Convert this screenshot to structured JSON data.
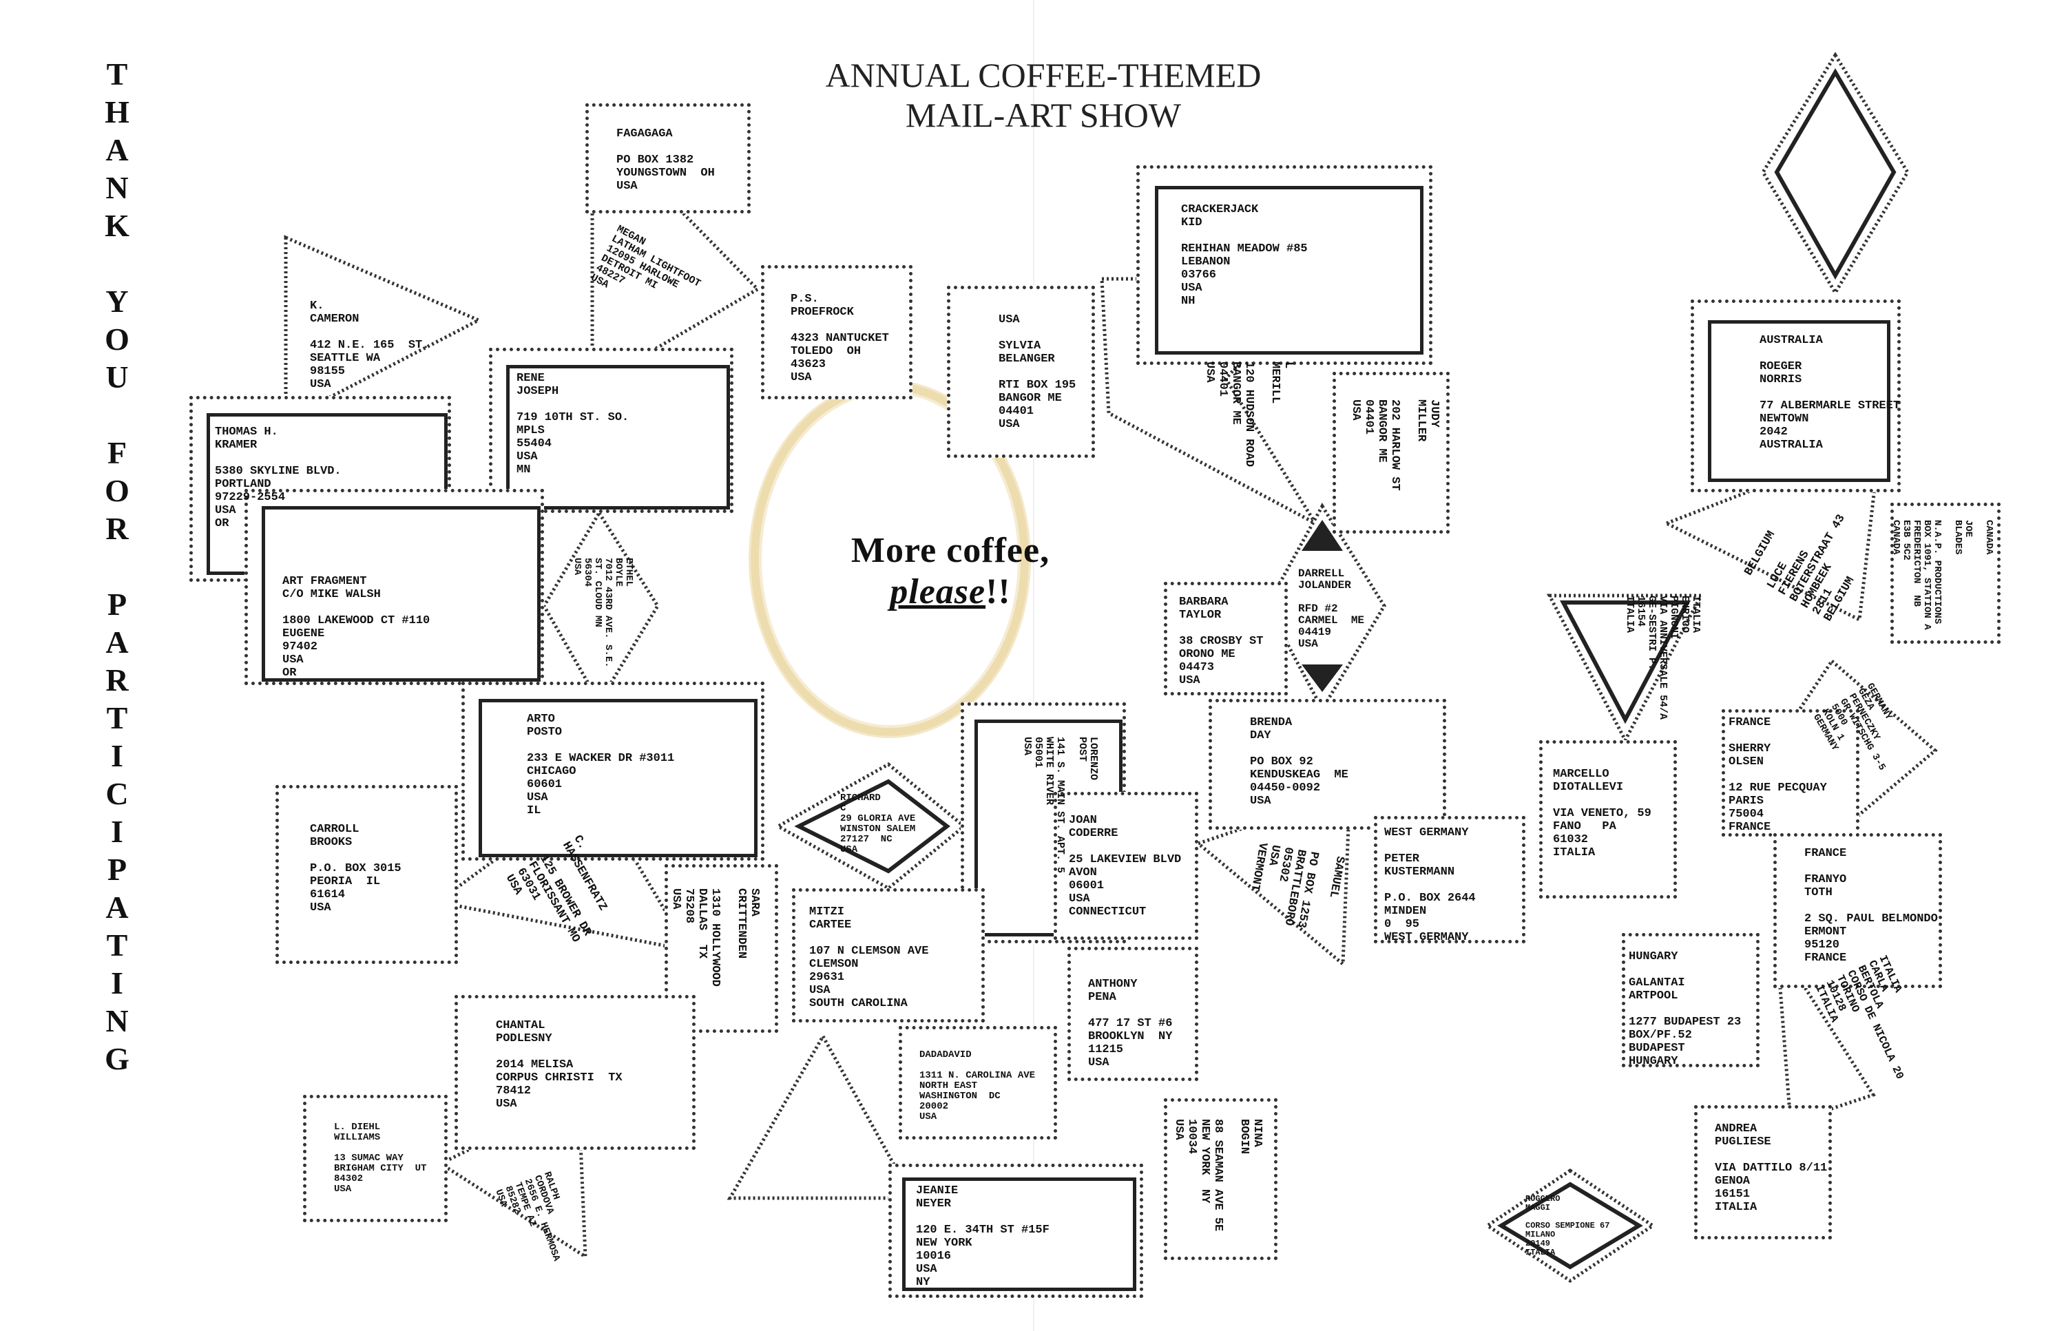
{
  "header": {
    "title_line1": "ANNUAL COFFEE-THEMED",
    "title_line2": "MAIL-ART SHOW"
  },
  "side_text": [
    "T",
    "H",
    "A",
    "N",
    "K",
    "",
    "Y",
    "O",
    "U",
    "",
    "F",
    "O",
    "R",
    "",
    "P",
    "A",
    "R",
    "T",
    "I",
    "C",
    "I",
    "P",
    "A",
    "T",
    "I",
    "N",
    "G"
  ],
  "slogan": {
    "line1": "More coffee,",
    "line2_emph": "please",
    "line2_tail": "!!"
  },
  "stamps": [
    {
      "id": "fagagaga",
      "lines": [
        "FAGAGAGA",
        "",
        "PO BOX 1382",
        "YOUNGSTOWN  OH",
        "USA"
      ]
    },
    {
      "id": "cameron",
      "lines": [
        "K.",
        "CAMERON",
        "",
        "412 N.E. 165  ST.",
        "SEATTLE WA",
        "98155",
        "USA"
      ]
    },
    {
      "id": "lightfoot",
      "lines": [
        "MEGAN",
        "LATHAM LIGHTFOOT",
        "12095 HARLOWE",
        "DETROIT MI",
        "48227",
        "USA"
      ]
    },
    {
      "id": "proefrock",
      "lines": [
        "P.S.",
        "PROEFROCK",
        "",
        "4323 NANTUCKET",
        "TOLEDO  OH",
        "43623",
        "USA"
      ]
    },
    {
      "id": "belanger",
      "lines": [
        "USA",
        "",
        "SYLVIA",
        "BELANGER",
        "",
        "RTI BOX 195",
        "BANGOR ME",
        "04401",
        "USA"
      ]
    },
    {
      "id": "crackerjack",
      "lines": [
        "CRACKERJACK",
        "KID",
        "",
        "REHIHAN MEADOW #85",
        "LEBANON",
        "03766",
        "USA"
      ],
      "state": "NH"
    },
    {
      "id": "australia",
      "lines": [
        "AUSTRALIA",
        "",
        "ROEGER",
        "NORRIS",
        "",
        "77 ALBERMARLE STREET",
        "NEWTOWN",
        "2042",
        "AUSTRALIA"
      ]
    },
    {
      "id": "joseph",
      "lines": [
        "RENE",
        "JOSEPH",
        "",
        "719 10TH ST. SO.",
        "MPLS",
        "55404",
        "USA"
      ],
      "state": "MN"
    },
    {
      "id": "kramer",
      "lines": [
        "THOMAS H.",
        "KRAMER",
        "",
        "5380 SKYLINE BLVD.",
        "PORTLAND",
        "97229-2554",
        "USA"
      ],
      "state": "OR"
    },
    {
      "id": "merill",
      "lines": [
        "L",
        "MERILL",
        "",
        "120 HUDSON ROAD",
        "BANGOR ME",
        "04401",
        "USA"
      ]
    },
    {
      "id": "miller",
      "lines": [
        "JUDY",
        "MILLER",
        "",
        "202 HARLOW ST",
        "BANGOR ME",
        "04401",
        "USA"
      ]
    },
    {
      "id": "walsh",
      "lines": [
        "ART FRAGMENT",
        "C/O MIKE WALSH",
        "",
        "1800 LAKEWOOD CT #110",
        "EUGENE",
        "97402",
        "USA"
      ],
      "state": "OR"
    },
    {
      "id": "boyle",
      "lines": [
        "ETHEL",
        "BOYLE",
        "7012 43RD AVE. S.E.",
        "ST. CLOUD MN",
        "56304",
        "USA"
      ]
    },
    {
      "id": "taylor",
      "lines": [
        "BARBARA",
        "TAYLOR",
        "",
        "38 CROSBY ST",
        "ORONO ME",
        "04473",
        "USA"
      ]
    },
    {
      "id": "jolander",
      "lines": [
        "DARRELL",
        "JOLANDER",
        "",
        "RFD #2",
        "CARMEL  ME",
        "04419",
        "USA"
      ]
    },
    {
      "id": "pignoni",
      "lines": [
        "ITALIA",
        "ENRICO",
        "PIGNONI",
        "VIA ANNIVERSALE 54/A",
        "GE-SESTRI P.",
        "16154",
        "ITALIA"
      ]
    },
    {
      "id": "fierens",
      "lines": [
        "BELGIUM",
        "",
        "LUCE",
        "FIERENS",
        "BOTERSTRAAT 43",
        "HOMBEEK",
        "2811",
        "BELGIUM"
      ]
    },
    {
      "id": "canada",
      "lines": [
        "CANADA",
        "",
        "JOE",
        "BLADES",
        "",
        "N.A.P. PRODUCTIONS",
        "BOX 1091, STATION A",
        "FREDERICTON  NB",
        "E3B 5C2",
        "CANADA"
      ]
    },
    {
      "id": "posto",
      "lines": [
        "ARTO",
        "POSTO",
        "",
        "233 E WACKER DR #3011",
        "CHICAGO",
        "60601",
        "USA"
      ],
      "state": "IL"
    },
    {
      "id": "lorenzo",
      "lines": [
        "LORENZO",
        "POST",
        "",
        "141 S. MAIN ST. APT. 5",
        "WHITE RIVER",
        "05001",
        "USA"
      ]
    },
    {
      "id": "day",
      "lines": [
        "BRENDA",
        "DAY",
        "",
        "PO BOX 92",
        "KENDUSKEAG  ME",
        "04450-0092",
        "USA"
      ]
    },
    {
      "id": "olsen",
      "lines": [
        "FRANCE",
        "",
        "SHERRY",
        "OLSEN",
        "",
        "12 RUE PECQUAY",
        "PARIS",
        "75004",
        "FRANCE"
      ]
    },
    {
      "id": "diotallevi",
      "lines": [
        "MARCELLO",
        "DIOTALLEVI",
        "",
        "VIA VENETO, 59",
        "FANO   PA",
        "61032",
        "ITALIA"
      ]
    },
    {
      "id": "piwecki",
      "lines": [
        "GERMANY",
        "GEZA",
        "PERNECZKY",
        "GR WITSCHG 3-5",
        "5000",
        "KOLN 1",
        "GERMANY"
      ]
    },
    {
      "id": "brooks",
      "lines": [
        "CARROLL",
        "BROOKS",
        "",
        "P.O. BOX 3015",
        "PEORIA  IL",
        "61614",
        "USA"
      ]
    },
    {
      "id": "hassenfratz",
      "lines": [
        "C.",
        "HASSENFRATZ",
        "",
        "125 BROWER DR",
        "FLORISSANT MO",
        "63031",
        "USA"
      ]
    },
    {
      "id": "richard",
      "lines": [
        "RICHARD",
        "C",
        "29 GLORIA AVE",
        "WINSTON SALEM",
        "27127  NC",
        "USA"
      ]
    },
    {
      "id": "coderre",
      "lines": [
        "JOAN",
        "CODERRE",
        "",
        "25 LAKEVIEW BLVD",
        "AVON",
        "06001",
        "USA"
      ],
      "state": "CONNECTICUT"
    },
    {
      "id": "samuel",
      "lines": [
        "SAMUEL",
        "",
        "PO BOX 1253",
        "BRATTLEBORO",
        "05302",
        "USA"
      ],
      "state": "VERMONT"
    },
    {
      "id": "kustermann",
      "lines": [
        "WEST GERMANY",
        "",
        "PETER",
        "KUSTERMANN",
        "",
        "P.O. BOX 2644",
        "MINDEN",
        "0  95",
        "WEST GERMANY"
      ]
    },
    {
      "id": "toth",
      "lines": [
        "FRANCE",
        "",
        "FRANYO",
        "TOTH",
        "",
        "2 SQ. PAUL BELMONDO",
        "ERMONT",
        "95120",
        "FRANCE"
      ]
    },
    {
      "id": "crittenden",
      "lines": [
        "SARA",
        "CRITTENDEN",
        "",
        "1310 HOLLYWOOD",
        "DALLAS  TX",
        "75208",
        "USA"
      ]
    },
    {
      "id": "cartee",
      "lines": [
        "MITZI",
        "CARTEE",
        "",
        "107 N CLEMSON AVE",
        "CLEMSON",
        "29631",
        "USA"
      ],
      "state": "SOUTH CAROLINA"
    },
    {
      "id": "pena",
      "lines": [
        "ANTHONY",
        "PENA",
        "",
        "477 17 ST #6",
        "BROOKLYN  NY",
        "11215",
        "USA"
      ]
    },
    {
      "id": "artpool",
      "lines": [
        "HUNGARY",
        "",
        "GALANTAI",
        "ARTPOOL",
        "",
        "1277 BUDAPEST 23",
        "BOX/PF.52",
        "BUDAPEST",
        "HUNGARY"
      ]
    },
    {
      "id": "bertola",
      "lines": [
        "ITALIA",
        "CARLA",
        "BERTOLA",
        "CORSO DE NICOLA 20",
        "TORINO",
        "10128",
        "ITALIA"
      ]
    },
    {
      "id": "podlesny",
      "lines": [
        "CHANTAL",
        "PODLESNY",
        "",
        "2014 MELISA",
        "CORPUS CHRISTI  TX",
        "78412",
        "USA"
      ]
    },
    {
      "id": "dadadavid",
      "lines": [
        "DADADAVID",
        "",
        "1311 N. CAROLINA AVE",
        "NORTH EAST",
        "WASHINGTON  DC",
        "20002",
        "USA"
      ]
    },
    {
      "id": "williams",
      "lines": [
        "L. DIEHL",
        "WILLIAMS",
        "",
        "13 SUMAC WAY",
        "BRIGHAM CITY  UT",
        "84302",
        "USA"
      ]
    },
    {
      "id": "cordova",
      "lines": [
        "RALPH",
        "CORDOVA",
        "2656 E. HERMOSA",
        "TEMPE AZ",
        "85282",
        "USA"
      ]
    },
    {
      "id": "bogin",
      "lines": [
        "NINA",
        "BOGIN",
        "",
        "88 SEAMAN AVE 5E",
        "NEW YORK  NY",
        "10034",
        "USA"
      ]
    },
    {
      "id": "neyer",
      "lines": [
        "JEANIE",
        "NEYER",
        "",
        "120 E. 34TH ST #15F",
        "NEW YORK",
        "10016",
        "USA"
      ],
      "state": "NY"
    },
    {
      "id": "pugliese",
      "lines": [
        "ANDREA",
        "PUGLIESE",
        "",
        "VIA DATTILO 8/11",
        "GENOA",
        "16151",
        "ITALIA"
      ]
    },
    {
      "id": "maggi",
      "lines": [
        "RUGGERO",
        "MAGGI",
        "",
        "CORSO SEMPIONE 67",
        "MILANO",
        "20149",
        "ITALIA"
      ]
    }
  ]
}
